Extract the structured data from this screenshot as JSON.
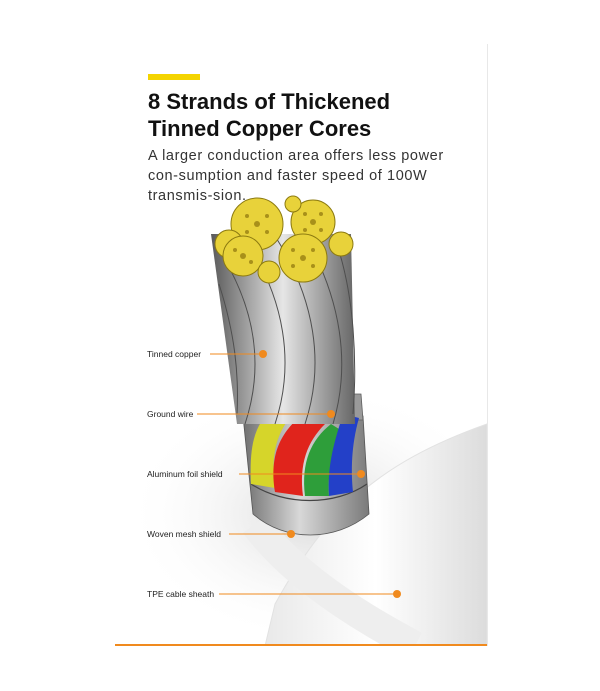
{
  "headline": {
    "line1": "8 Strands of Thickened",
    "line2": "Tinned Copper Cores"
  },
  "description": "A larger conduction area offers less power con-sumption and faster speed of 100W transmis-sion.",
  "callouts": [
    {
      "label": "Tinned copper"
    },
    {
      "label": "Ground wire"
    },
    {
      "label": "Aluminum foil shield"
    },
    {
      "label": "Woven mesh shield"
    },
    {
      "label": "TPE cable sheath"
    }
  ],
  "colors": {
    "accent": "#f4d400",
    "leader": "#f08a1e",
    "copper": "#e8d23a",
    "wire_yellow": "#d6d52a",
    "wire_red": "#e0241c",
    "wire_green": "#2e9e3a",
    "wire_blue": "#2340c8"
  }
}
